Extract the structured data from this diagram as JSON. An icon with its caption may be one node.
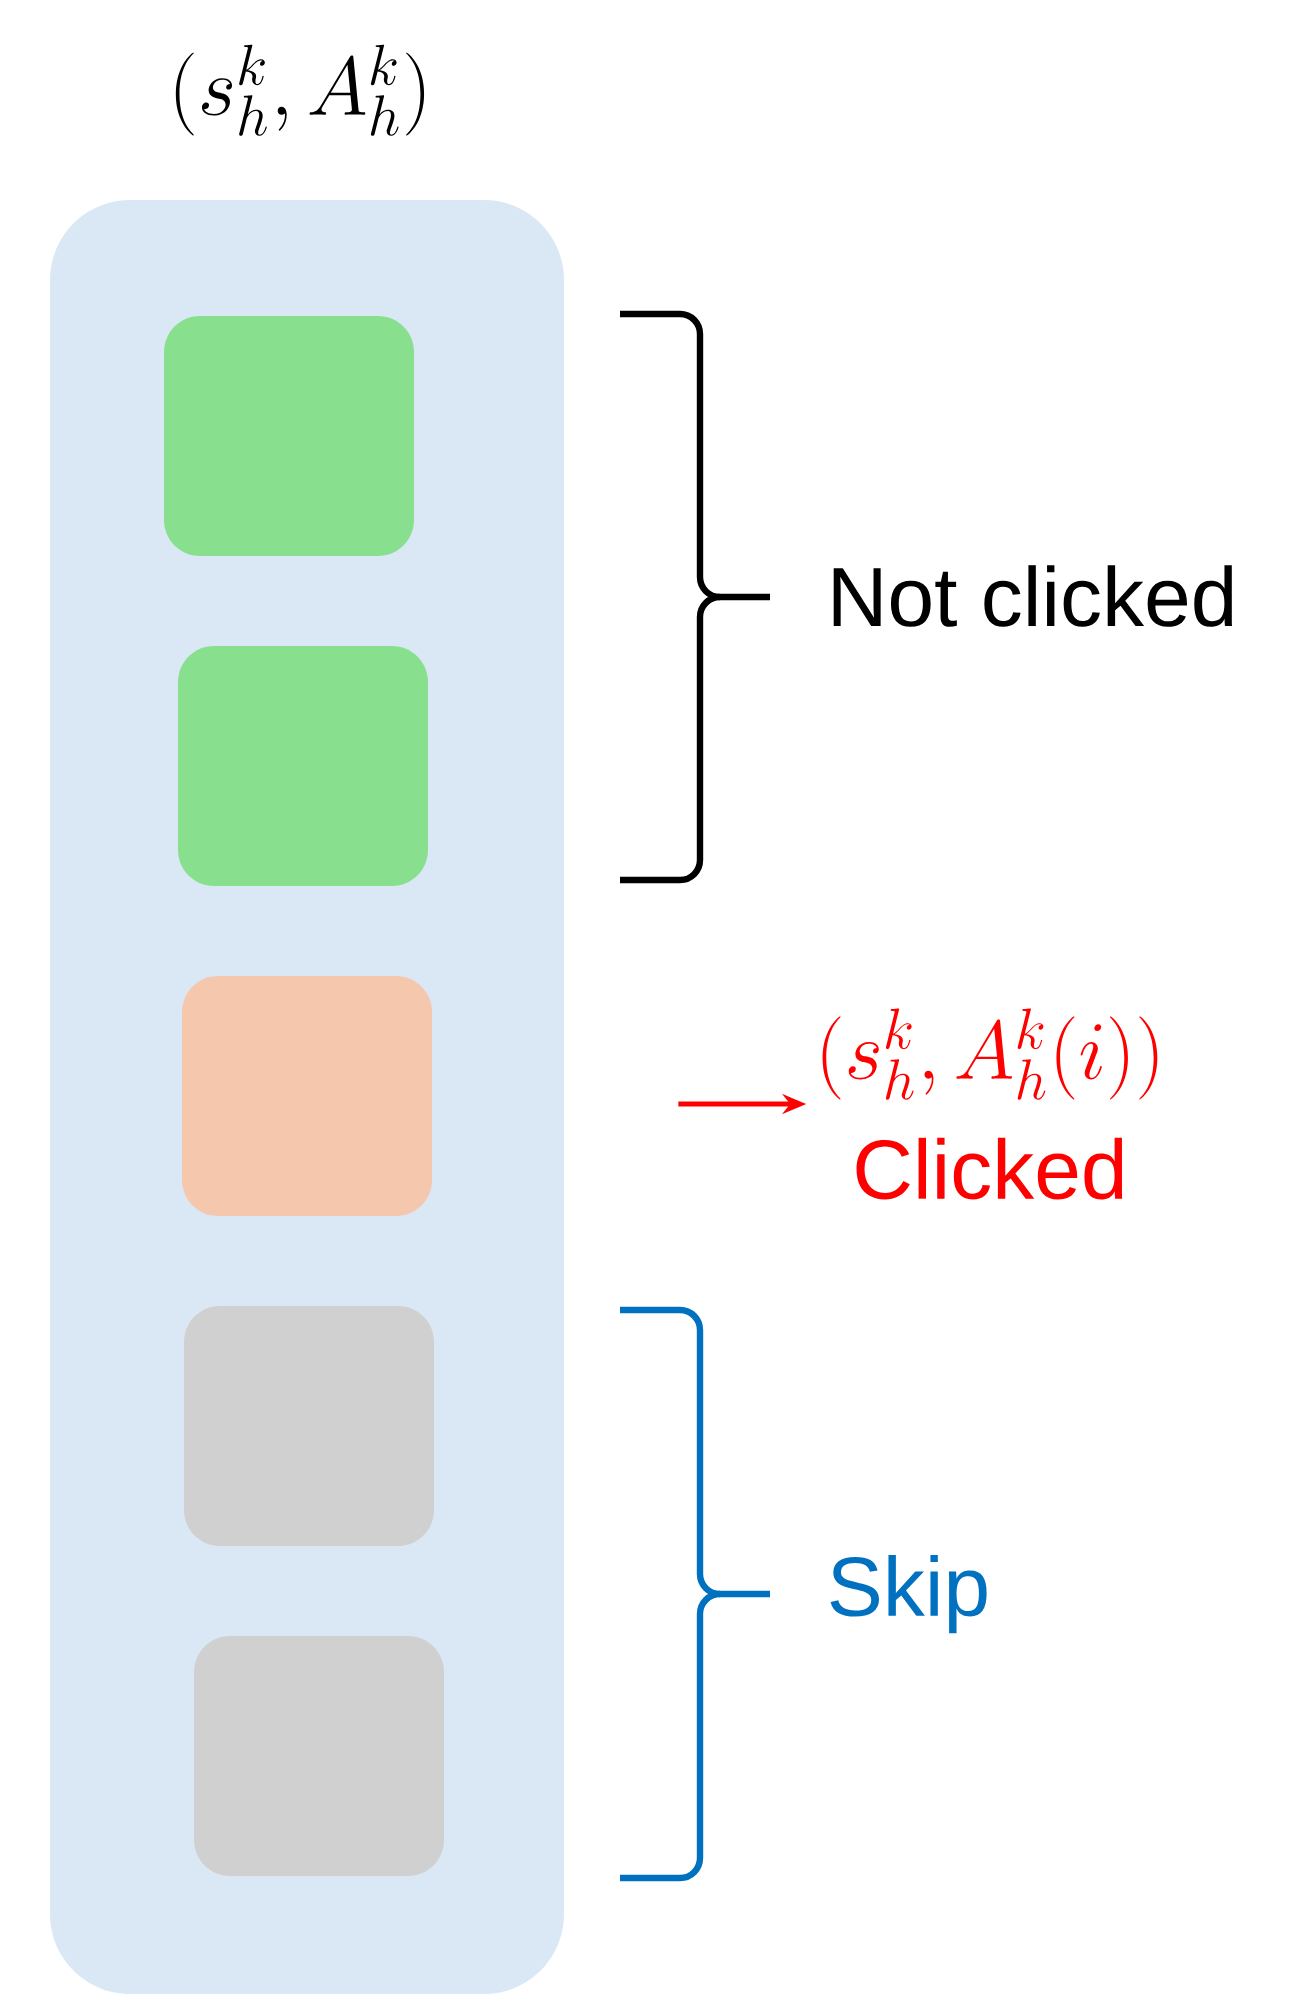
{
  "diagram": {
    "title": "(s_h^k, A_h^k)",
    "nodes": [
      {
        "text": [],
        "shape": "box"
      },
      {
        "text": [],
        "shape": "box",
        "in": 0
      },
      {
        "text": [],
        "shape": "box",
        "in": 0
      },
      {
        "text": [],
        "shape": "box",
        "in": 0
      },
      {
        "text": [],
        "shape": "box",
        "in": 0
      },
      {
        "text": [],
        "shape": "box",
        "in": 0
      },
      {
        "text": [
          "(s_h^k, A_h^k(i))",
          "Clicked"
        ]
      }
    ],
    "edges": [
      {
        "from": null,
        "to": 6,
        "arrow": "to",
        "color": "#ff0000"
      }
    ],
    "labels": [
      "Not clicked",
      "Skip"
    ]
  }
}
